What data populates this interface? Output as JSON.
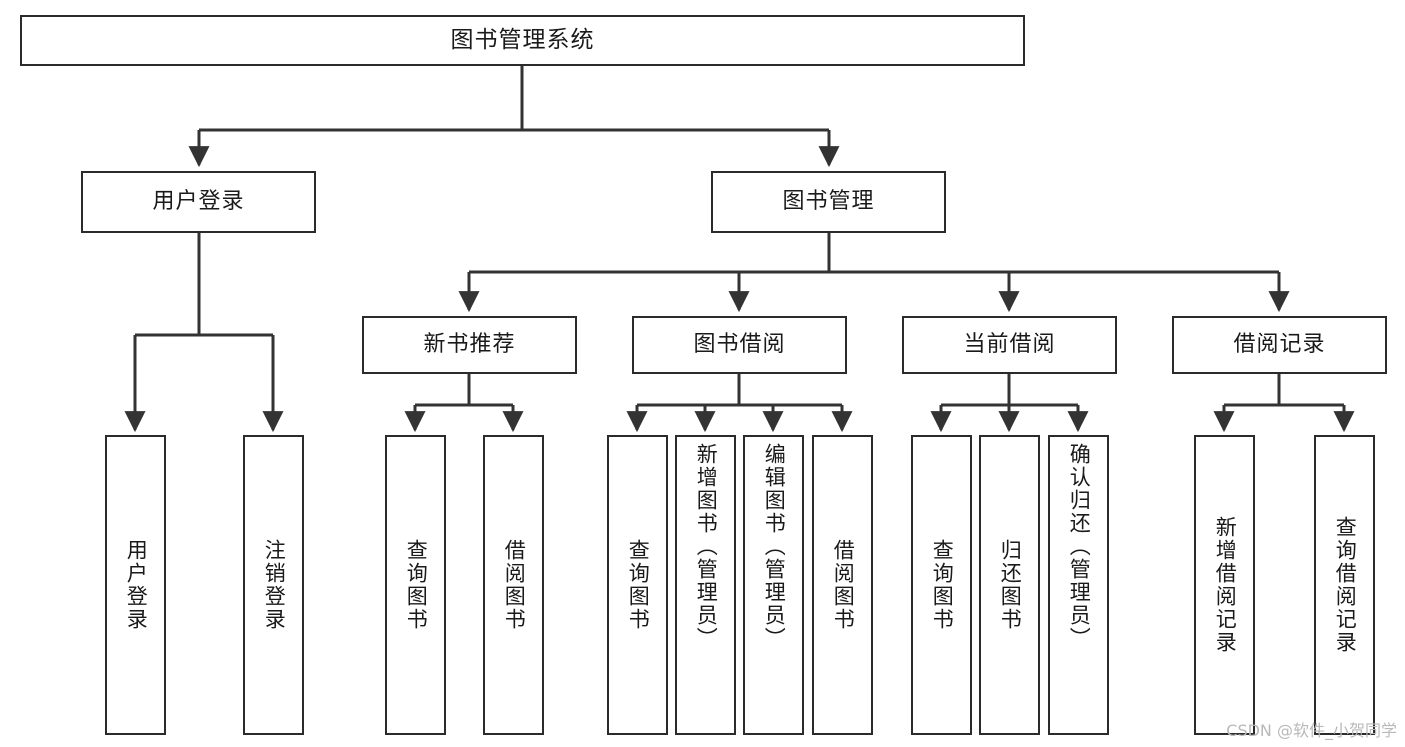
{
  "diagram": {
    "type": "tree",
    "title": "图书管理系统",
    "root": {
      "label": "图书管理系统"
    },
    "level2": [
      {
        "label": "用户登录"
      },
      {
        "label": "图书管理"
      }
    ],
    "level3": [
      {
        "label": "新书推荐"
      },
      {
        "label": "图书借阅"
      },
      {
        "label": "当前借阅"
      },
      {
        "label": "借阅记录"
      }
    ],
    "leaves": {
      "user_login": [
        {
          "label": "用户登录"
        },
        {
          "label": "注销登录"
        }
      ],
      "new_book_recommend": [
        {
          "label": "查询图书"
        },
        {
          "label": "借阅图书"
        }
      ],
      "book_borrow": [
        {
          "label": "查询图书"
        },
        {
          "label": "新增图书（管理员）"
        },
        {
          "label": "编辑图书（管理员）"
        },
        {
          "label": "借阅图书"
        }
      ],
      "current_borrow": [
        {
          "label": "查询图书"
        },
        {
          "label": "归还图书"
        },
        {
          "label": "确认归还（管理员）"
        }
      ],
      "borrow_record": [
        {
          "label": "新增借阅记录"
        },
        {
          "label": "查询借阅记录"
        }
      ]
    }
  },
  "watermark": {
    "text": "CSDN @软件_小贺同学"
  },
  "colors": {
    "box_border": "#2b2b2b",
    "box_fill": "#ffffff",
    "line": "#333333",
    "text": "#1a1a1a",
    "watermark": "#b9b9b9",
    "background": "#ffffff"
  }
}
